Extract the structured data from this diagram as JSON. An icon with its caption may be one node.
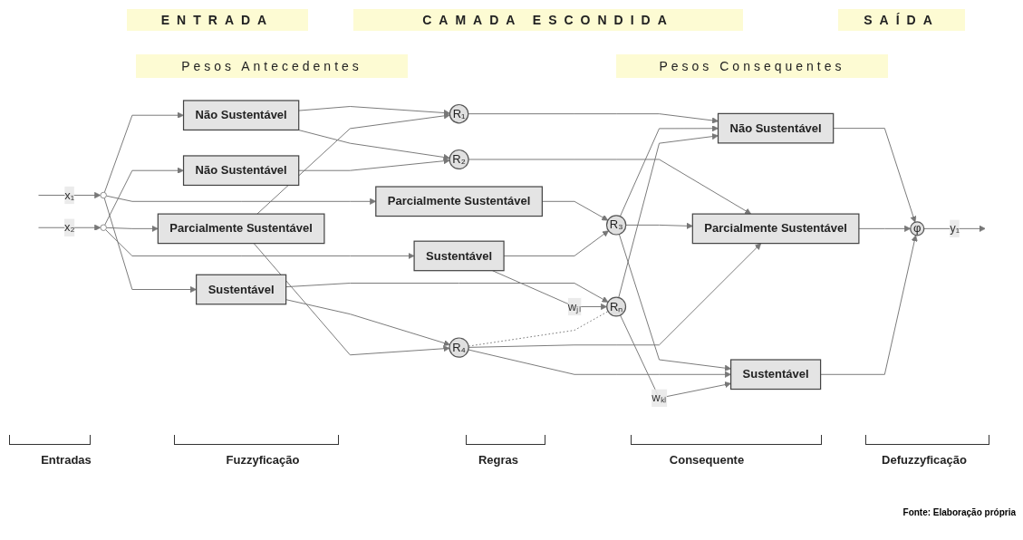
{
  "diagram": {
    "caption": "Fonte: Elaboração própria",
    "nodes": [
      {
        "text": [],
        "shape": "circle"
      },
      {
        "text": [],
        "shape": "circle"
      },
      {
        "text": [
          "Não Sustentável"
        ]
      },
      {
        "text": [
          "Parcialmente Sustentável"
        ]
      },
      {
        "text": [
          "Sustentável"
        ]
      },
      {
        "text": [
          "Não Sustentável"
        ]
      },
      {
        "text": [
          "Parcialmente Sustentável"
        ]
      },
      {
        "text": [
          "Sustentável"
        ]
      },
      {
        "text": [
          "R₁"
        ]
      },
      {
        "text": [
          "R₂"
        ]
      },
      {
        "text": [
          "R₃"
        ]
      },
      {
        "text": [
          "R₄"
        ]
      },
      {
        "text": [
          "Rₙ"
        ]
      },
      {
        "text": [
          "Não Sustentável"
        ]
      },
      {
        "text": [
          "Parcialmente Sustentável"
        ]
      },
      {
        "text": [
          "Sustentável"
        ]
      },
      {
        "text": [
          "φ"
        ]
      }
    ],
    "edges": [
      {
        "from": null,
        "to": 0,
        "arrow": "to",
        "label": "x₁"
      },
      {
        "from": null,
        "to": 1,
        "arrow": "to",
        "label": "x₂"
      },
      {
        "from": 0,
        "to": 2,
        "arrow": "to"
      },
      {
        "from": 0,
        "to": 3,
        "arrow": "to"
      },
      {
        "from": 0,
        "to": 4,
        "arrow": "to"
      },
      {
        "from": 1,
        "to": 5,
        "arrow": "to"
      },
      {
        "from": 1,
        "to": 6,
        "arrow": "to"
      },
      {
        "from": 1,
        "to": 7,
        "arrow": "to"
      },
      {
        "from": 2,
        "to": 8,
        "arrow": "to"
      },
      {
        "from": 2,
        "to": 9,
        "arrow": "to"
      },
      {
        "from": 3,
        "to": 10,
        "arrow": "to"
      },
      {
        "from": 4,
        "to": 11,
        "arrow": "to"
      },
      {
        "from": 4,
        "to": 12,
        "arrow": "to"
      },
      {
        "from": 5,
        "to": 9,
        "arrow": "to"
      },
      {
        "from": 6,
        "to": 8,
        "arrow": "to"
      },
      {
        "from": 6,
        "to": 11,
        "arrow": "to"
      },
      {
        "from": 7,
        "to": 10,
        "arrow": "to"
      },
      {
        "from": 7,
        "to": 12,
        "arrow": "to",
        "label": "wⱼₗ"
      },
      {
        "from": 11,
        "to": 12,
        "arrow": "none",
        "style": "dashed"
      },
      {
        "from": 8,
        "to": 13,
        "arrow": "to"
      },
      {
        "from": 9,
        "to": 14,
        "arrow": "to"
      },
      {
        "from": 10,
        "to": 13,
        "arrow": "to"
      },
      {
        "from": 10,
        "to": 14,
        "arrow": "to"
      },
      {
        "from": 10,
        "to": 15,
        "arrow": "to"
      },
      {
        "from": 11,
        "to": 14,
        "arrow": "to"
      },
      {
        "from": 11,
        "to": 15,
        "arrow": "to"
      },
      {
        "from": 12,
        "to": 13,
        "arrow": "to"
      },
      {
        "from": 12,
        "to": 15,
        "arrow": "to",
        "label": "wₖₗ"
      },
      {
        "from": 13,
        "to": 16,
        "arrow": "to"
      },
      {
        "from": 14,
        "to": 16,
        "arrow": "to"
      },
      {
        "from": 15,
        "to": 16,
        "arrow": "to"
      },
      {
        "from": 16,
        "to": null,
        "arrow": "to",
        "label": "y₁"
      }
    ],
    "labels": [
      "ENTRADA",
      "CAMADA ESCONDIDA",
      "SAÍDA",
      "Pesos Antecedentes",
      "Pesos Consequentes",
      "Entradas",
      "Fuzzyficação",
      "Regras",
      "Consequente",
      "Defuzzyficação"
    ]
  }
}
